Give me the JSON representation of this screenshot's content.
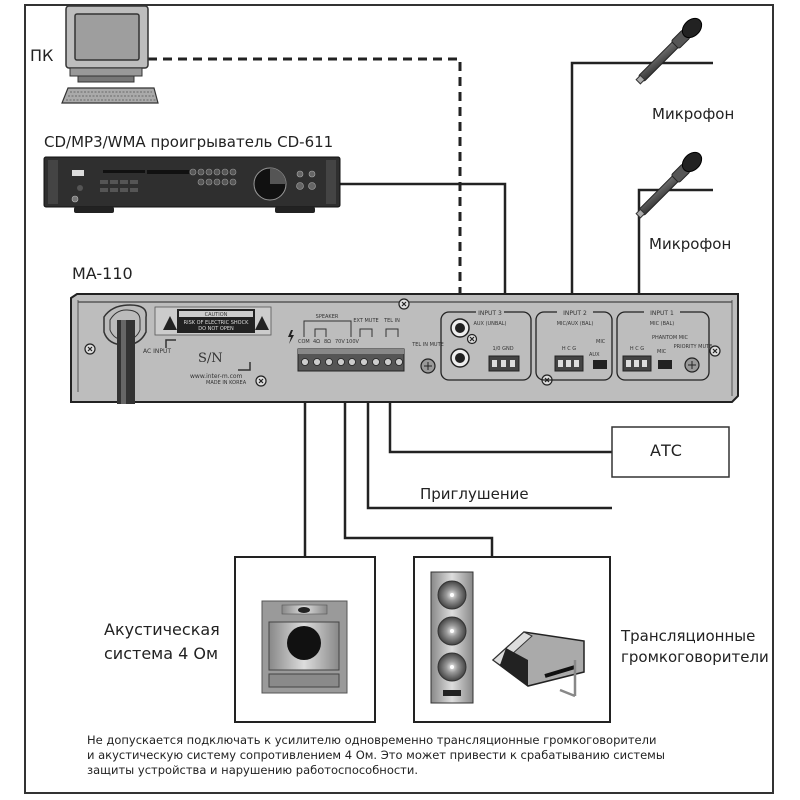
{
  "devices": {
    "pc": {
      "label": "ПК",
      "icon": "computer-icon"
    },
    "cd_player": {
      "label": "CD/MP3/WMA проигрыватель CD-611",
      "icon": "cd-player-icon"
    },
    "mic1": {
      "label": "Микрофон",
      "icon": "microphone-icon"
    },
    "mic2": {
      "label": "Микрофон",
      "icon": "microphone-icon"
    },
    "amplifier": {
      "label": "MA-110",
      "caution": {
        "title": "CAUTION",
        "line1": "RISK OF ELECTRIC SHOCK",
        "line2": "DO NOT OPEN"
      },
      "serial": "S/N",
      "website": "www.inter-m.com",
      "made_in": "MADE IN KOREA",
      "ac_input": "AC INPUT",
      "speaker_header": "SPEAKER",
      "speaker_terms": [
        "COM",
        "4Ω",
        "8Ω",
        "70V",
        "100V"
      ],
      "ext_mute": "EXT MUTE",
      "tel_in": "TEL IN",
      "tel_in_mute": "TEL IN MUTE",
      "input3": {
        "title": "INPUT 3",
        "sub": "AUX (UNBAL)",
        "pins": "1/0 GND"
      },
      "input2": {
        "title": "INPUT 2",
        "sub": "MIC/AUX (BAL)",
        "pins": "H C G",
        "switch_top": "MIC",
        "switch_bottom": "AUX"
      },
      "input1": {
        "title": "INPUT 1",
        "sub": "MIC (BAL)",
        "pins": "H C G",
        "phantom": "PHANTOM MIC",
        "switch": "MIC",
        "priority": "PRIORITY MUTE"
      }
    },
    "pbx": {
      "label": "АТС"
    },
    "mute": {
      "label": "Приглушение"
    },
    "speaker_4ohm": {
      "label_line1": "Акустическая",
      "label_line2": "система 4 Ом",
      "icon": "loudspeaker-cabinet-icon"
    },
    "pa_speakers": {
      "label_line1": "Трансляционные",
      "label_line2": "громкоговорители",
      "icons": [
        "column-speaker-icon",
        "horn-speaker-icon"
      ]
    }
  },
  "connections": [
    {
      "from": "pc",
      "to": "input3-rca",
      "style": "dashed"
    },
    {
      "from": "cd_player",
      "to": "input3-terminal",
      "style": "solid"
    },
    {
      "from": "mic1",
      "to": "input2",
      "style": "solid"
    },
    {
      "from": "mic2",
      "to": "input1",
      "style": "solid"
    },
    {
      "from": "tel_in",
      "to": "pbx",
      "style": "solid"
    },
    {
      "from": "ext_mute",
      "to": "mute",
      "style": "solid"
    },
    {
      "from": "speaker-8ohm",
      "to": "speaker_4ohm",
      "style": "solid"
    },
    {
      "from": "speaker-100V",
      "to": "pa_speakers",
      "style": "solid"
    }
  ],
  "note": {
    "line1": "Не допускается подключать к усилителю одновременно трансляционные громкоговорители",
    "line2": "и акустическую систему сопротивлением 4 Ом. Это может привести к срабатыванию системы",
    "line3": "защиты устройства и нарушению работоспособности."
  }
}
